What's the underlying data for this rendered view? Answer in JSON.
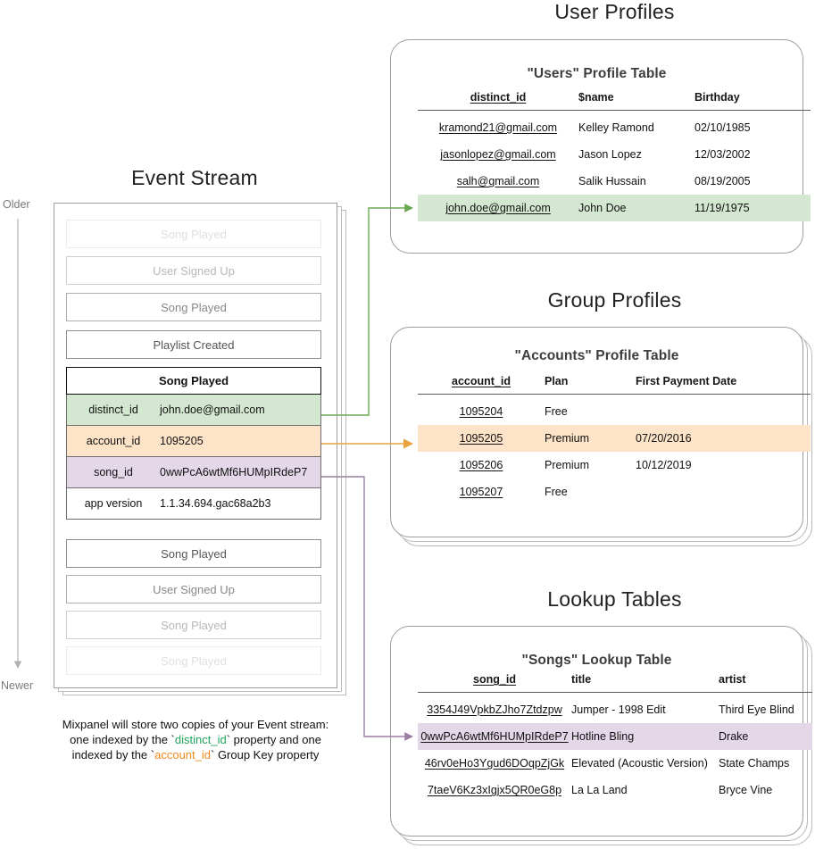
{
  "sections": {
    "event_stream_title": "Event Stream",
    "user_profiles_title": "User Profiles",
    "group_profiles_title": "Group Profiles",
    "lookup_tables_title": "Lookup Tables"
  },
  "timeline": {
    "older_label": "Older",
    "newer_label": "Newer"
  },
  "event_stream": {
    "events_before": [
      {
        "name": "Song Played",
        "fade": "f1"
      },
      {
        "name": "User Signed Up",
        "fade": "f2"
      },
      {
        "name": "Song Played",
        "fade": "f3"
      },
      {
        "name": "Playlist Created",
        "fade": "f4"
      }
    ],
    "focus_event": {
      "name": "Song Played",
      "properties": [
        {
          "key": "distinct_id",
          "value": "john.doe@gmail.com",
          "highlight": "green"
        },
        {
          "key": "account_id",
          "value": "1095205",
          "highlight": "orange"
        },
        {
          "key": "song_id",
          "value": "0wwPcA6wtMf6HUMpIRdeP7",
          "highlight": "purple"
        },
        {
          "key": "app version",
          "value": "1.1.34.694.gac68a2b3",
          "highlight": "none"
        }
      ]
    },
    "events_after": [
      {
        "name": "Song Played",
        "fade": "f4"
      },
      {
        "name": "User Signed Up",
        "fade": "f3"
      },
      {
        "name": "Song Played",
        "fade": "f2"
      },
      {
        "name": "Song Played",
        "fade": "f1"
      }
    ]
  },
  "users_table": {
    "title": "\"Users\" Profile Table",
    "columns": [
      "distinct_id",
      "$name",
      "Birthday"
    ],
    "rows": [
      {
        "cells": [
          "kramond21@gmail.com",
          "Kelley Ramond",
          "02/10/1985"
        ],
        "highlight": "none"
      },
      {
        "cells": [
          "jasonlopez@gmail.com",
          "Jason Lopez",
          "12/03/2002"
        ],
        "highlight": "none"
      },
      {
        "cells": [
          "salh@gmail.com",
          "Salik Hussain",
          "08/19/2005"
        ],
        "highlight": "none"
      },
      {
        "cells": [
          "john.doe@gmail.com",
          "John Doe",
          "11/19/1975"
        ],
        "highlight": "green"
      }
    ]
  },
  "accounts_table": {
    "title": "\"Accounts\" Profile Table",
    "columns": [
      "account_id",
      "Plan",
      "First Payment Date"
    ],
    "rows": [
      {
        "cells": [
          "1095204",
          "Free",
          ""
        ],
        "highlight": "none"
      },
      {
        "cells": [
          "1095205",
          "Premium",
          "07/20/2016"
        ],
        "highlight": "orange"
      },
      {
        "cells": [
          "1095206",
          "Premium",
          "10/12/2019"
        ],
        "highlight": "none"
      },
      {
        "cells": [
          "1095207",
          "Free",
          ""
        ],
        "highlight": "none"
      }
    ]
  },
  "songs_table": {
    "title": "\"Songs\" Lookup Table",
    "columns": [
      "song_id",
      "title",
      "artist"
    ],
    "rows": [
      {
        "cells": [
          "3354J49VpkbZJho7Ztdzpw",
          "Jumper - 1998 Edit",
          "Third Eye Blind"
        ],
        "highlight": "none"
      },
      {
        "cells": [
          "0wwPcA6wtMf6HUMpIRdeP7",
          "Hotline Bling",
          "Drake"
        ],
        "highlight": "purple"
      },
      {
        "cells": [
          "46rv0eHo3Ygud6DOqpZjGk",
          "Elevated (Acoustic Version)",
          "State Champs"
        ],
        "highlight": "none"
      },
      {
        "cells": [
          "7taeV6Kz3xIgjx5QR0eG8p",
          "La La Land",
          "Bryce Vine"
        ],
        "highlight": "none"
      }
    ]
  },
  "caption": {
    "line1": "Mixpanel will store two copies of your Event stream:",
    "line2_a": "one indexed by the `",
    "line2_key": "distinct_id",
    "line2_b": "` property and one",
    "line3_a": "indexed by the `",
    "line3_key": "account_id",
    "line3_b": "` Group Key property"
  },
  "colors": {
    "green_highlight": "#d4e8d1",
    "orange_highlight": "#fde3c8",
    "purple_highlight": "#e3d7e8",
    "green_arrow": "#6aa84f",
    "orange_arrow": "#e8a33d",
    "purple_arrow": "#9b7fa6",
    "caption_green": "#21a35c",
    "caption_orange": "#f08a1e"
  }
}
